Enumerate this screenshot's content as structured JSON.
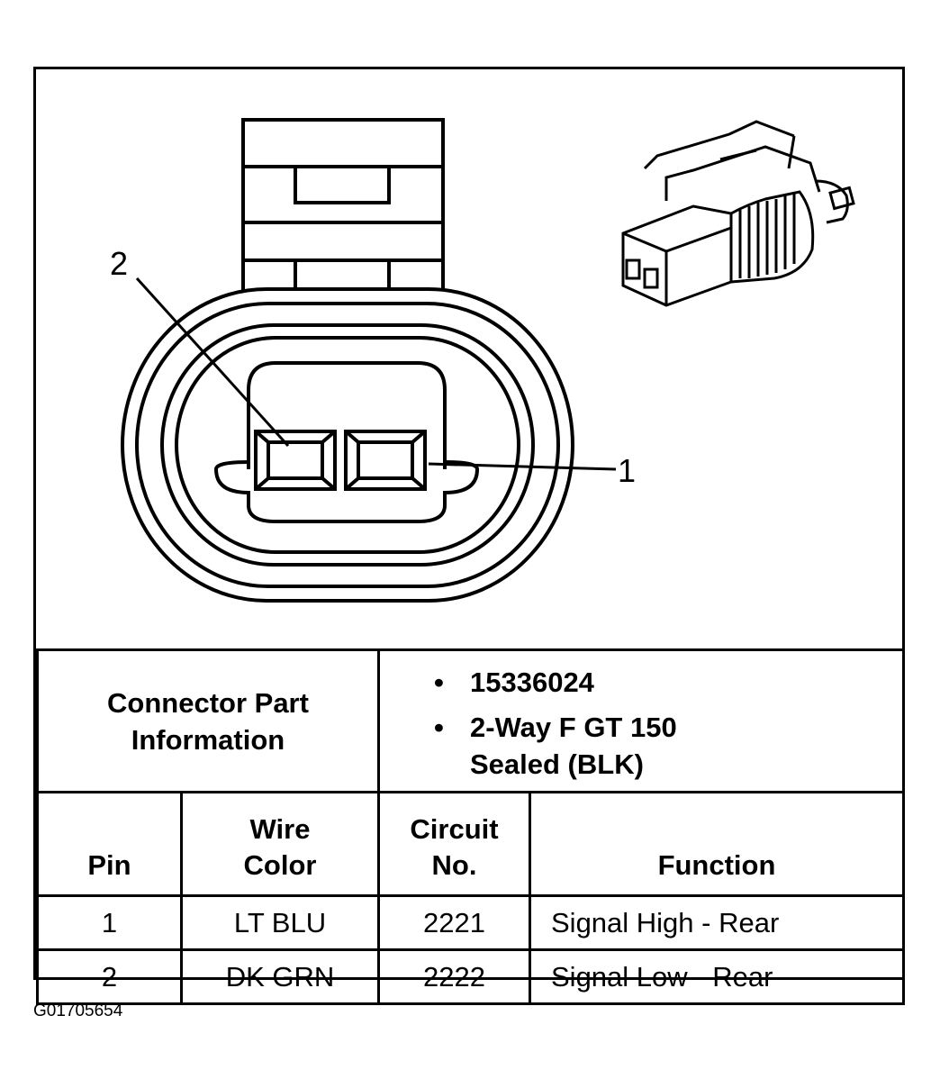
{
  "diagram": {
    "callouts": [
      "2",
      "1"
    ]
  },
  "connector": {
    "label": "Connector Part Information",
    "details": [
      "15336024",
      "2-Way F GT 150 Sealed (BLK)"
    ]
  },
  "pin_table": {
    "headers": [
      "Pin",
      "Wire Color",
      "Circuit No.",
      "Function"
    ],
    "rows": [
      [
        "1",
        "LT BLU",
        "2221",
        "Signal High - Rear"
      ],
      [
        "2",
        "DK GRN",
        "2222",
        "Signal Low - Rear"
      ]
    ]
  },
  "figure_code": "G01705654"
}
